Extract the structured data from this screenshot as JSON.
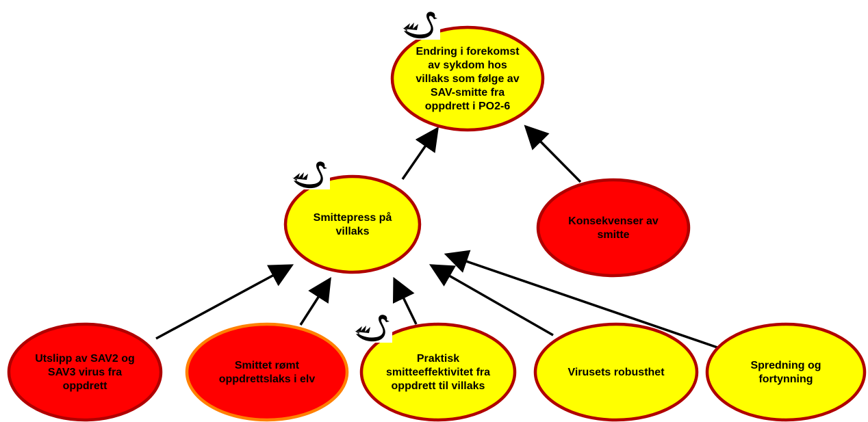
{
  "colors": {
    "yellow": "#ffff00",
    "red": "#ff0000",
    "border_red": "#b00000",
    "border_orange": "#ff8000",
    "edge": "#000000"
  },
  "nodes": {
    "top": {
      "lines": [
        "Endring i forekomst",
        "av sykdom hos",
        "villaks som følge av",
        "SAV-smitte fra",
        "oppdrett i PO2-6"
      ],
      "fill": "yellow",
      "border": "border_red",
      "black_swan": true
    },
    "smittepress": {
      "lines": [
        "Smittepress på",
        "villaks"
      ],
      "fill": "yellow",
      "border": "border_red",
      "black_swan": true
    },
    "konsekvenser": {
      "lines": [
        "Konsekvenser av",
        "smitte"
      ],
      "fill": "red",
      "border": "border_red",
      "black_swan": false
    },
    "utslipp": {
      "lines": [
        "Utslipp av SAV2 og",
        "SAV3 virus fra",
        "oppdrett"
      ],
      "fill": "red",
      "border": "border_red",
      "black_swan": false
    },
    "smittet": {
      "lines": [
        "Smittet rømt",
        "oppdrettslaks i elv"
      ],
      "fill": "red",
      "border": "border_orange",
      "black_swan": false
    },
    "praktisk": {
      "lines": [
        "Praktisk",
        "smitteeffektivitet fra",
        "oppdrett til villaks"
      ],
      "fill": "yellow",
      "border": "border_red",
      "black_swan": true
    },
    "virusets": {
      "lines": [
        "Virusets robusthet"
      ],
      "fill": "yellow",
      "border": "border_red",
      "black_swan": false
    },
    "spredning": {
      "lines": [
        "Spredning og",
        "fortynning"
      ],
      "fill": "yellow",
      "border": "border_red",
      "black_swan": false
    }
  },
  "edges": [
    {
      "from": "smittepress",
      "to": "top"
    },
    {
      "from": "konsekvenser",
      "to": "top"
    },
    {
      "from": "utslipp",
      "to": "smittepress"
    },
    {
      "from": "smittet",
      "to": "smittepress"
    },
    {
      "from": "praktisk",
      "to": "smittepress"
    },
    {
      "from": "virusets",
      "to": "smittepress"
    },
    {
      "from": "spredning",
      "to": "smittepress"
    }
  ]
}
